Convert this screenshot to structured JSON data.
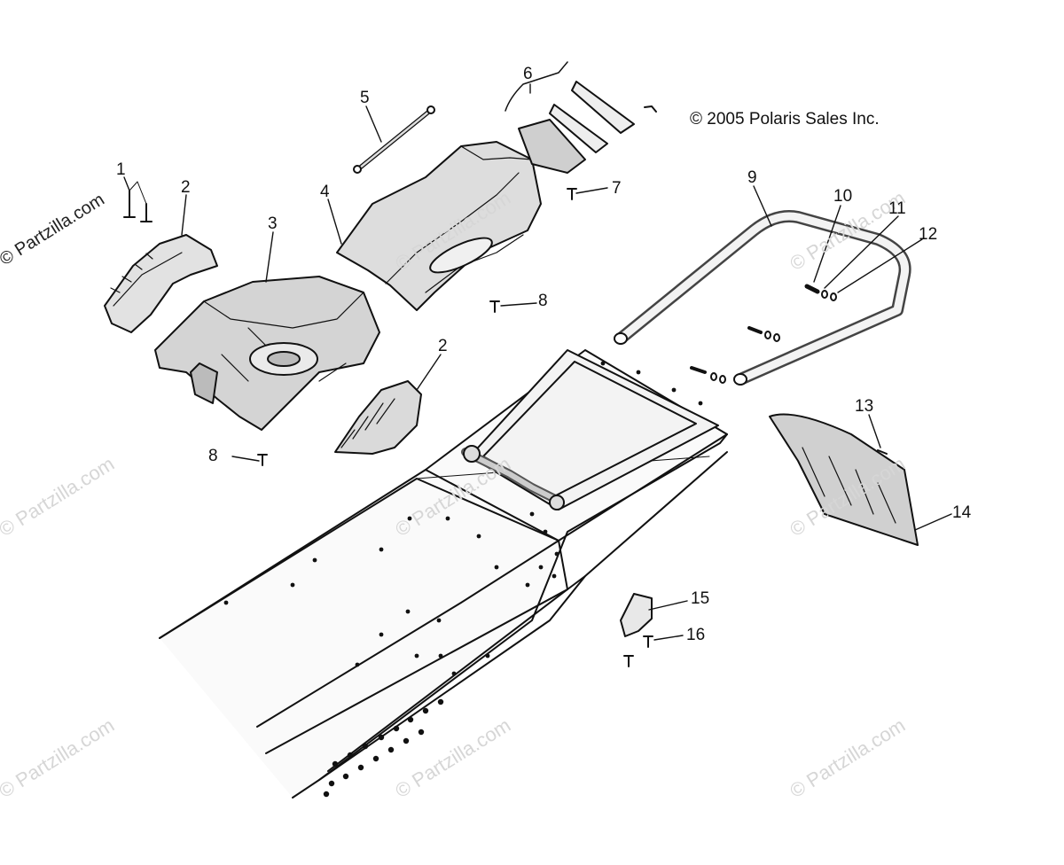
{
  "copyright": "© 2005 Polaris Sales Inc.",
  "watermark": "© Partzilla.com",
  "callouts": [
    {
      "id": "c1",
      "text": "1"
    },
    {
      "id": "c2a",
      "text": "2"
    },
    {
      "id": "c3",
      "text": "3"
    },
    {
      "id": "c4",
      "text": "4"
    },
    {
      "id": "c5",
      "text": "5"
    },
    {
      "id": "c6",
      "text": "6"
    },
    {
      "id": "c7",
      "text": "7"
    },
    {
      "id": "c8a",
      "text": "8"
    },
    {
      "id": "c2b",
      "text": "2"
    },
    {
      "id": "c8b",
      "text": "8"
    },
    {
      "id": "c9",
      "text": "9"
    },
    {
      "id": "c10",
      "text": "10"
    },
    {
      "id": "c11",
      "text": "11"
    },
    {
      "id": "c12",
      "text": "12"
    },
    {
      "id": "c13",
      "text": "13"
    },
    {
      "id": "c14",
      "text": "14"
    },
    {
      "id": "c15",
      "text": "15"
    },
    {
      "id": "c16",
      "text": "16"
    }
  ]
}
